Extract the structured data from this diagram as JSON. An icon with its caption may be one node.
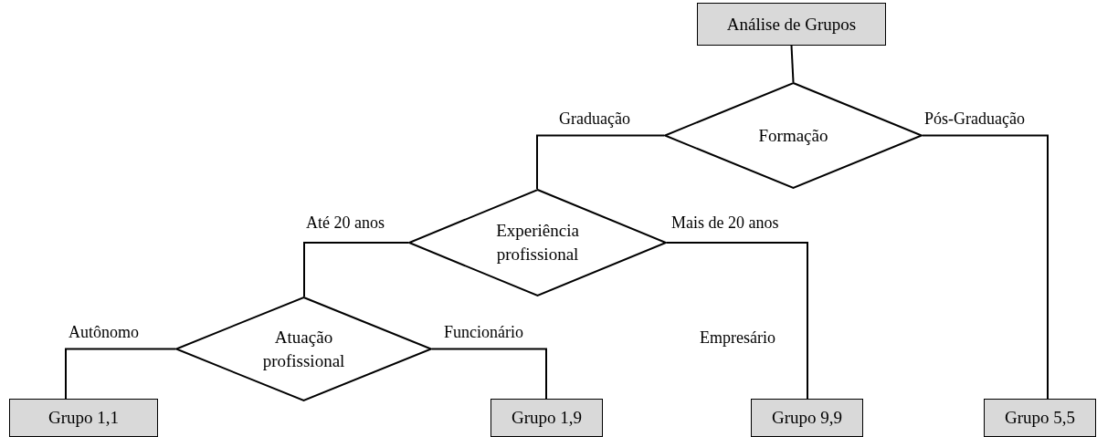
{
  "diagram": {
    "nodes": [
      {
        "text": [
          "Análise de Grupos"
        ]
      },
      {
        "text": [
          "Formação"
        ]
      },
      {
        "text": [
          "Experiência profissional"
        ]
      },
      {
        "text": [
          "Atuação profissional"
        ]
      },
      {
        "text": [
          "Grupo 1,1"
        ]
      },
      {
        "text": [
          "Grupo 1,9"
        ]
      },
      {
        "text": [
          "Grupo 9,9"
        ]
      },
      {
        "text": [
          "Grupo 5,5"
        ]
      }
    ],
    "edges": [
      {
        "from": 0,
        "to": 1,
        "arrow": "none"
      },
      {
        "from": 1,
        "to": 2,
        "arrow": "none",
        "label": "Graduação"
      },
      {
        "from": 1,
        "to": 7,
        "arrow": "none",
        "label": "Pós-Graduação"
      },
      {
        "from": 2,
        "to": 3,
        "arrow": "none",
        "label": "Até 20 anos"
      },
      {
        "from": 2,
        "to": 6,
        "arrow": "none",
        "label": "Mais de 20 anos"
      },
      {
        "from": 3,
        "to": 4,
        "arrow": "none",
        "label": "Autônomo"
      },
      {
        "from": 3,
        "to": 5,
        "arrow": "none",
        "label": "Funcionário"
      }
    ],
    "labels": [
      "Empresário"
    ]
  }
}
